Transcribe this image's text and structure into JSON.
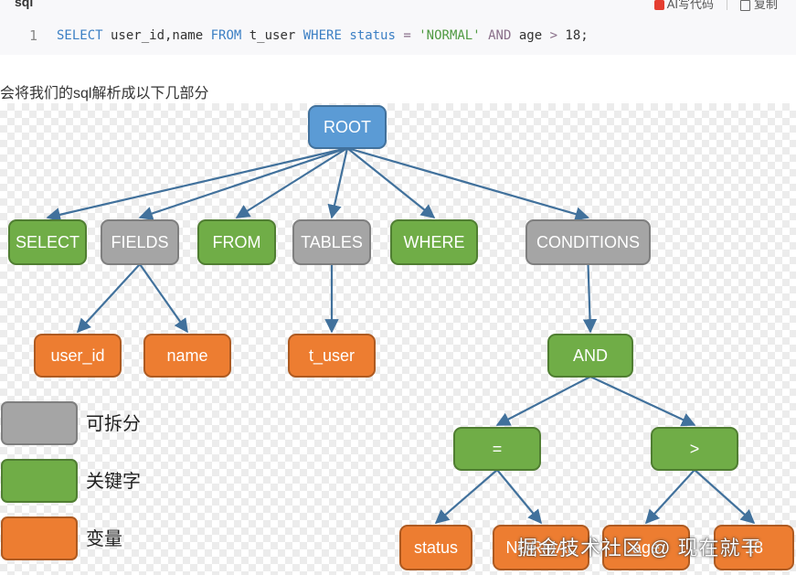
{
  "code_block": {
    "language": "sql",
    "tools": {
      "ai_label": "AI写代码",
      "copy_label": "复制"
    },
    "line_number": "1",
    "tokens": [
      {
        "t": "SELECT",
        "c": "kw"
      },
      {
        "t": " user_id,name ",
        "c": ""
      },
      {
        "t": "FROM",
        "c": "kw"
      },
      {
        "t": " t_user ",
        "c": ""
      },
      {
        "t": "WHERE",
        "c": "kw"
      },
      {
        "t": " ",
        "c": ""
      },
      {
        "t": "status",
        "c": "kw"
      },
      {
        "t": " ",
        "c": ""
      },
      {
        "t": "=",
        "c": "op"
      },
      {
        "t": " ",
        "c": ""
      },
      {
        "t": "'NORMAL'",
        "c": "str"
      },
      {
        "t": " ",
        "c": ""
      },
      {
        "t": "AND",
        "c": "op"
      },
      {
        "t": " age ",
        "c": ""
      },
      {
        "t": ">",
        "c": "op"
      },
      {
        "t": " 18;",
        "c": ""
      }
    ]
  },
  "description": "会将我们的sql解析成以下几部分",
  "colors": {
    "root": "#5b9bd5",
    "splittable": "#a5a5a5",
    "keyword": "#70ad47",
    "variable": "#ed7d31"
  },
  "tree": {
    "nodes": [
      {
        "id": "root",
        "label": "ROOT",
        "kind": "root"
      },
      {
        "id": "select",
        "label": "SELECT",
        "kind": "keyword"
      },
      {
        "id": "fields",
        "label": "FIELDS",
        "kind": "splittable"
      },
      {
        "id": "from",
        "label": "FROM",
        "kind": "keyword"
      },
      {
        "id": "tables",
        "label": "TABLES",
        "kind": "splittable"
      },
      {
        "id": "where",
        "label": "WHERE",
        "kind": "keyword"
      },
      {
        "id": "conditions",
        "label": "CONDITIONS",
        "kind": "splittable"
      },
      {
        "id": "user_id",
        "label": "user_id",
        "kind": "variable"
      },
      {
        "id": "name",
        "label": "name",
        "kind": "variable"
      },
      {
        "id": "t_user",
        "label": "t_user",
        "kind": "variable"
      },
      {
        "id": "and",
        "label": "AND",
        "kind": "keyword"
      },
      {
        "id": "eq",
        "label": "=",
        "kind": "keyword"
      },
      {
        "id": "gt",
        "label": ">",
        "kind": "keyword"
      },
      {
        "id": "status",
        "label": "status",
        "kind": "variable"
      },
      {
        "id": "normal",
        "label": "NORMAL",
        "kind": "variable"
      },
      {
        "id": "age",
        "label": "age",
        "kind": "variable"
      },
      {
        "id": "eighteen",
        "label": "18",
        "kind": "variable"
      }
    ],
    "edges": [
      [
        "root",
        "select"
      ],
      [
        "root",
        "fields"
      ],
      [
        "root",
        "from"
      ],
      [
        "root",
        "tables"
      ],
      [
        "root",
        "where"
      ],
      [
        "root",
        "conditions"
      ],
      [
        "fields",
        "user_id"
      ],
      [
        "fields",
        "name"
      ],
      [
        "tables",
        "t_user"
      ],
      [
        "conditions",
        "and"
      ],
      [
        "and",
        "eq"
      ],
      [
        "and",
        "gt"
      ],
      [
        "eq",
        "status"
      ],
      [
        "eq",
        "normal"
      ],
      [
        "gt",
        "age"
      ],
      [
        "gt",
        "eighteen"
      ]
    ]
  },
  "legend": [
    {
      "kind": "splittable",
      "label": "可拆分"
    },
    {
      "kind": "keyword",
      "label": "关键字"
    },
    {
      "kind": "variable",
      "label": "变量"
    }
  ],
  "watermark": "掘金技术社区 @ 现在就干"
}
